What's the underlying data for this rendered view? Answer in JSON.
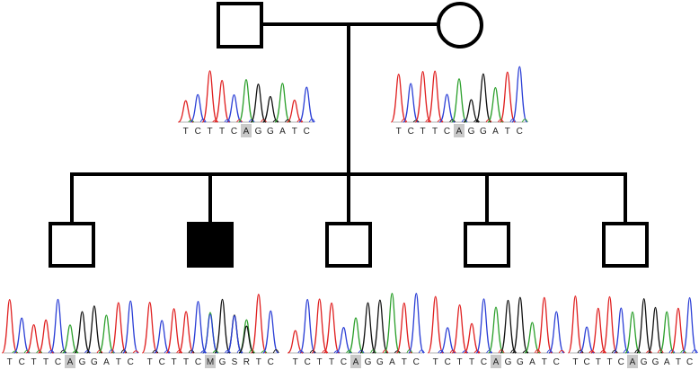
{
  "pedigree": {
    "father": {
      "affected": false,
      "sex": "male"
    },
    "mother": {
      "affected": false,
      "sex": "female"
    },
    "children": [
      {
        "sex": "male",
        "affected": false
      },
      {
        "sex": "male",
        "affected": true
      },
      {
        "sex": "male",
        "affected": false
      },
      {
        "sex": "male",
        "affected": false
      },
      {
        "sex": "male",
        "affected": false
      }
    ]
  },
  "colors": {
    "A": "#2ca02c",
    "C": "#2b3fd6",
    "G": "#111111",
    "T": "#e02020",
    "highlight": "#c9c9c9"
  },
  "chromatograms": [
    {
      "id": "father",
      "sequence": [
        "T",
        "C",
        "T",
        "T",
        "C",
        "A",
        "G",
        "G",
        "A",
        "T",
        "C"
      ],
      "highlight_index": 5
    },
    {
      "id": "mother",
      "sequence": [
        "T",
        "C",
        "T",
        "T",
        "C",
        "A",
        "G",
        "G",
        "A",
        "T",
        "C"
      ],
      "highlight_index": 5
    },
    {
      "id": "child-1",
      "sequence": [
        "T",
        "C",
        "T",
        "T",
        "C",
        "A",
        "G",
        "G",
        "A",
        "T",
        "C"
      ],
      "highlight_index": 5
    },
    {
      "id": "child-2",
      "sequence": [
        "T",
        "C",
        "T",
        "T",
        "C",
        "M",
        "G",
        "S",
        "R",
        "T",
        "C"
      ],
      "highlight_index": 5
    },
    {
      "id": "child-3",
      "sequence": [
        "T",
        "C",
        "T",
        "T",
        "C",
        "A",
        "G",
        "G",
        "A",
        "T",
        "C"
      ],
      "highlight_index": 5
    },
    {
      "id": "child-4",
      "sequence": [
        "T",
        "C",
        "T",
        "T",
        "C",
        "A",
        "G",
        "G",
        "A",
        "T",
        "C"
      ],
      "highlight_index": 5
    },
    {
      "id": "child-5",
      "sequence": [
        "T",
        "C",
        "T",
        "T",
        "C",
        "A",
        "G",
        "G",
        "A",
        "T",
        "C"
      ],
      "highlight_index": 5
    }
  ]
}
